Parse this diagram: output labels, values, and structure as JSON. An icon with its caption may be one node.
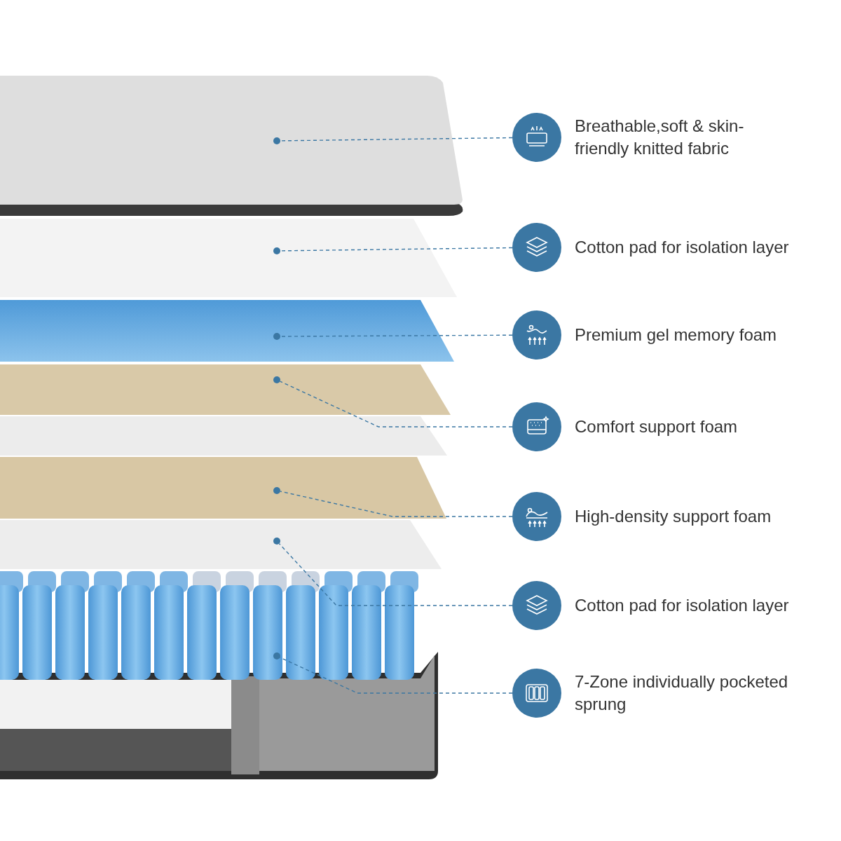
{
  "diagram": {
    "nodes": [
      {
        "text": [],
        "shape": "circle",
        "beside": [
          "Breathable,soft & skin-friendly knitted fabric"
        ]
      },
      {
        "text": [],
        "shape": "circle",
        "beside": [
          "Cotton pad for isolation layer"
        ]
      },
      {
        "text": [],
        "shape": "circle",
        "beside": [
          "Premium gel memory foam"
        ]
      },
      {
        "text": [],
        "shape": "circle",
        "beside": [
          "Comfort support foam"
        ]
      },
      {
        "text": [],
        "shape": "circle",
        "beside": [
          "High-density support foam"
        ]
      },
      {
        "text": [],
        "shape": "circle",
        "beside": [
          "Cotton pad for isolation layer"
        ]
      },
      {
        "text": [],
        "shape": "circle",
        "beside": [
          "7-Zone individually pocketed sprung"
        ]
      },
      {
        "text": [],
        "shape": "circle"
      },
      {
        "text": [],
        "shape": "circle"
      },
      {
        "text": [],
        "shape": "circle"
      },
      {
        "text": [],
        "shape": "circle"
      },
      {
        "text": [],
        "shape": "circle"
      },
      {
        "text": [],
        "shape": "circle"
      },
      {
        "text": [],
        "shape": "circle"
      }
    ],
    "edges": [
      {
        "from": 0,
        "to": 7,
        "arrow": "none",
        "style": "dashed"
      },
      {
        "from": 1,
        "to": 8,
        "arrow": "none",
        "style": "dashed"
      },
      {
        "from": 2,
        "to": 9,
        "arrow": "none",
        "style": "dashed"
      },
      {
        "from": 3,
        "to": 10,
        "arrow": "none",
        "style": "dashed"
      },
      {
        "from": 4,
        "to": 11,
        "arrow": "none",
        "style": "dashed"
      },
      {
        "from": 5,
        "to": 12,
        "arrow": "none",
        "style": "dashed"
      },
      {
        "from": 6,
        "to": 13,
        "arrow": "none",
        "style": "dashed"
      }
    ]
  }
}
